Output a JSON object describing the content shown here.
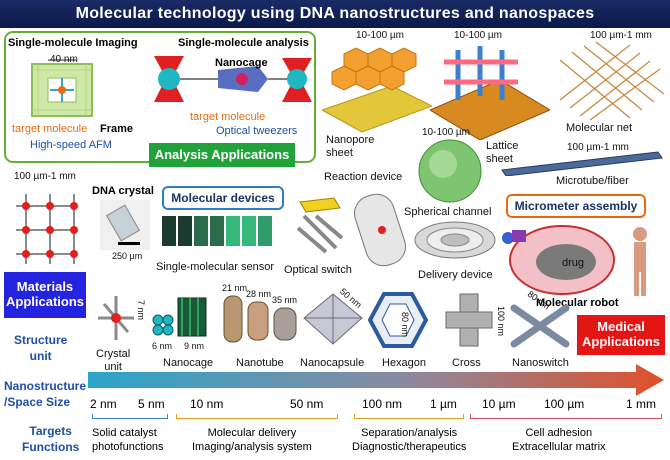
{
  "title": "Molecular technology using DNA nanostructures and nanospaces",
  "analysis": {
    "imaging_title": "Single-molecule Imaging",
    "analysis_title": "Single-molecule analysis",
    "size_40nm": "40 nm",
    "target_molecule_1": "target molecule",
    "frame": "Frame",
    "afm": "High-speed AFM",
    "nanocage": "Nanocage",
    "target_molecule_2": "target molecule",
    "tweezers": "Optical tweezers",
    "tag": "Analysis Applications"
  },
  "sheets": {
    "nanopore_size": "10-100 µm",
    "nanopore": "Nanopore\nsheet",
    "lattice_size": "10-100 µm",
    "lattice": "Lattice\nsheet",
    "net_size": "100 µm-1 mm",
    "net": "Molecular net",
    "spherical_size": "10-100 µm",
    "spherical": "Spherical channel",
    "microtube_size": "100 µm-1 mm",
    "microtube": "Microtube/fiber"
  },
  "materials": {
    "size": "100 µm-1 mm",
    "crystal": "DNA crystal",
    "scale": "250 µm",
    "tag": "Materials\nApplications"
  },
  "devices": {
    "header": "Molecular devices",
    "sensor": "Single-molecular sensor",
    "optical_switch": "Optical switch",
    "reaction": "Reaction device",
    "delivery": "Delivery device"
  },
  "medical": {
    "assembly": "Micrometer assembly",
    "drug": "drug",
    "robot": "Molecular robot",
    "tag": "Medical\nApplications"
  },
  "structure": {
    "row_label": "Structure\nunit",
    "crystal_unit": "Crystal\nunit",
    "dim_7nm": "7 nm",
    "dim_6nm": "6 nm",
    "dim_9nm": "9 nm",
    "nanocage": "Nanocage",
    "dim_21nm": "21 nm",
    "dim_28nm": "28 nm",
    "dim_35nm": "35 nm",
    "nanotube": "Nanotube",
    "dim_50nm": "50 nm",
    "nanocapsule": "Nanocapsule",
    "dim_80nm_a": "80 nm",
    "hexagon": "Hexagon",
    "dim_100nm": "100 nm",
    "cross": "Cross",
    "dim_80nm_b": "80 nm",
    "nanoswitch": "Nanoswitch"
  },
  "scale": {
    "row_label": "Nanostructure\n/Space Size",
    "ticks": [
      "2 nm",
      "5 nm",
      "10 nm",
      "50 nm",
      "100 nm",
      "1 µm",
      "10 µm",
      "100 µm",
      "1 mm"
    ]
  },
  "targets": {
    "row_label": "Targets\nFunctions",
    "f1": "Solid catalyst\nphotofunctions",
    "f2": "Molecular delivery\nImaging/analysis system",
    "f3": "Separation/analysis\nDiagnostic/therapeutics",
    "f4": "Cell adhesion\nExtracellular matrix"
  },
  "colors": {
    "title_bg": "#0b1a4a",
    "analysis_green": "#22a33a",
    "materials_blue": "#2424e0",
    "medical_red": "#e41515",
    "arrow_start": "#2aa5c9",
    "arrow_end": "#e0502a"
  }
}
